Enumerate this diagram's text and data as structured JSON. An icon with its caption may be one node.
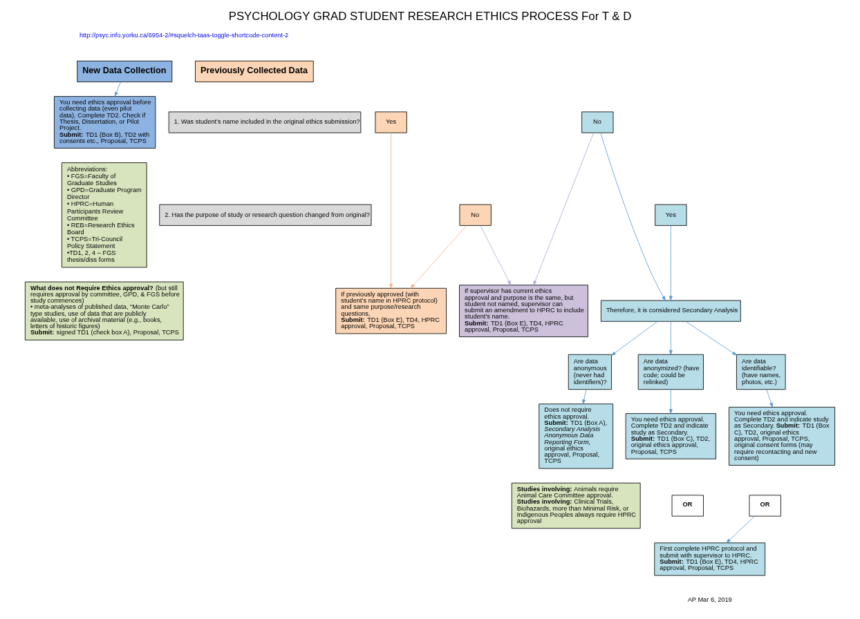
{
  "diagram": {
    "title": "PSYCHOLOGY GRAD STUDENT RESEARCH ETHICS PROCESS For T & D",
    "nodes": [
      {
        "text": [
          "New Data Collection"
        ]
      },
      {
        "text": [
          "You need ethics approval before collecting data (even pilot data). Complete TD2. Check if Thesis, Dissertation, or Pilot Project.",
          "**Submit:** TD1 (Box B), TD2 with consents etc., Proposal, TCPS"
        ]
      },
      {
        "text": [
          "Previously Collected Data"
        ]
      },
      {
        "text": [
          "1. Was student’s name included in the original ethics submission?"
        ]
      },
      {
        "text": [
          "2. Has the purpose of study or research question changed from original?"
        ]
      },
      {
        "text": [
          "Yes"
        ]
      },
      {
        "text": [
          "No"
        ]
      },
      {
        "text": [
          "No"
        ]
      },
      {
        "text": [
          "Yes"
        ]
      },
      {
        "text": [
          "If previously approved (with student’s name in HPRC protocol) and same purpose/research questions,",
          "**Submit:** TD1 (Box E), TD4, HPRC approval, Proposal, TCPS"
        ]
      },
      {
        "text": [
          "If supervisor has current ethics approval and purpose is the same, but student not named, supervisor can submit an amendment to HPRC to include student’s name.",
          "**Submit:** TD1 (Box E), TD4, HPRC approval, Proposal, TCPS"
        ]
      },
      {
        "text": [
          "Therefore, it is considered Secondary Analysis"
        ]
      },
      {
        "text": [
          "Are data anonymous (never had identifiers)?"
        ]
      },
      {
        "text": [
          "Are data anonymized? (have code; could be relinked)"
        ]
      },
      {
        "text": [
          "Are data identifiable? (have names, photos, etc.)"
        ]
      },
      {
        "text": [
          "Does not require ethics approval.",
          "**Submit:** TD1 (Box A), *Secondary Analysis Anonymous Data Reporting Form*, original ethics approval, Proposal, TCPS"
        ]
      },
      {
        "text": [
          "You need ethics approval. Complete TD2 and indicate study as Secondary.",
          "**Submit:** TD1 (Box C), TD2, original ethics approval, Proposal, TCPS"
        ]
      },
      {
        "text": [
          "OR"
        ]
      },
      {
        "text": [
          "First complete HPRC protocol and submit with supervisor to HPRC.",
          "**Submit:** TD1 (Box E), TD4, HPRC approval, Proposal, TCPS"
        ]
      },
      {
        "text": [
          "You need ethics approval. Complete TD2 and indicate study as Secondary. **Submit:** TD1 (Box C), TD2, original ethics approval, Proposal, TCPS, original consent forms (may require recontacting and new consent)"
        ]
      },
      {
        "text": [
          "OR"
        ]
      },
      {
        "text": [
          "Abbreviations:",
          "• FGS=Faculty of Graduate Studies",
          "• GPD=Graduate Program Director",
          "• HPRC=Human Participants Review Committee",
          "• REB=Research Ethics Board",
          "• TCPS=Tri-Council Policy Statement",
          "•TD1, 2, 4 – FGS thesis/diss forms"
        ]
      },
      {
        "text": [
          "**What does not Require Ethics approval?** (but still requires approval by committee, GPD, & FGS before study commences)",
          "• meta-analyses of published data, “Monte Carlo” type studies, use of data that are publicly available, use of archival material (e.g., books, letters of historic figures)",
          "**Submit:** signed TD1 (check box A), Proposal, TCPS"
        ]
      },
      {
        "text": [
          "**Studies involving:** Animals require Animal Care Committee approval.",
          "**Studies involving:** Clinical Trials, Biohazards, more than Minimal Risk, or Indigenous Peoples always require HPRC approval"
        ]
      }
    ],
    "edges": [
      {
        "from": 0,
        "to": 1,
        "arrow": "to"
      },
      {
        "from": 5,
        "to": 9,
        "arrow": "to",
        "color": "#f4b183"
      },
      {
        "from": 7,
        "to": 9,
        "arrow": "to",
        "color": "#f4b183"
      },
      {
        "from": 6,
        "to": 10,
        "arrow": "to",
        "color": "#b4a7d6"
      },
      {
        "from": 7,
        "to": 10,
        "arrow": "to",
        "color": "#b4a7d6"
      },
      {
        "from": 6,
        "to": 11,
        "arrow": "to"
      },
      {
        "from": 8,
        "to": 11,
        "arrow": "to"
      },
      {
        "from": 11,
        "to": 12,
        "arrow": "to"
      },
      {
        "from": 11,
        "to": 13,
        "arrow": "to"
      },
      {
        "from": 11,
        "to": 14,
        "arrow": "to"
      },
      {
        "from": 12,
        "to": 15,
        "arrow": "to"
      },
      {
        "from": 13,
        "to": 16,
        "arrow": "to"
      },
      {
        "from": 14,
        "to": 19,
        "arrow": "to"
      },
      {
        "from": 20,
        "to": 18,
        "arrow": "to"
      }
    ],
    "labels": [
      "http://psyc.info.yorku.ca/6954-2/#squelch-taas-toggle-shortcode-content-2",
      "AP Mar 6, 2019"
    ]
  }
}
